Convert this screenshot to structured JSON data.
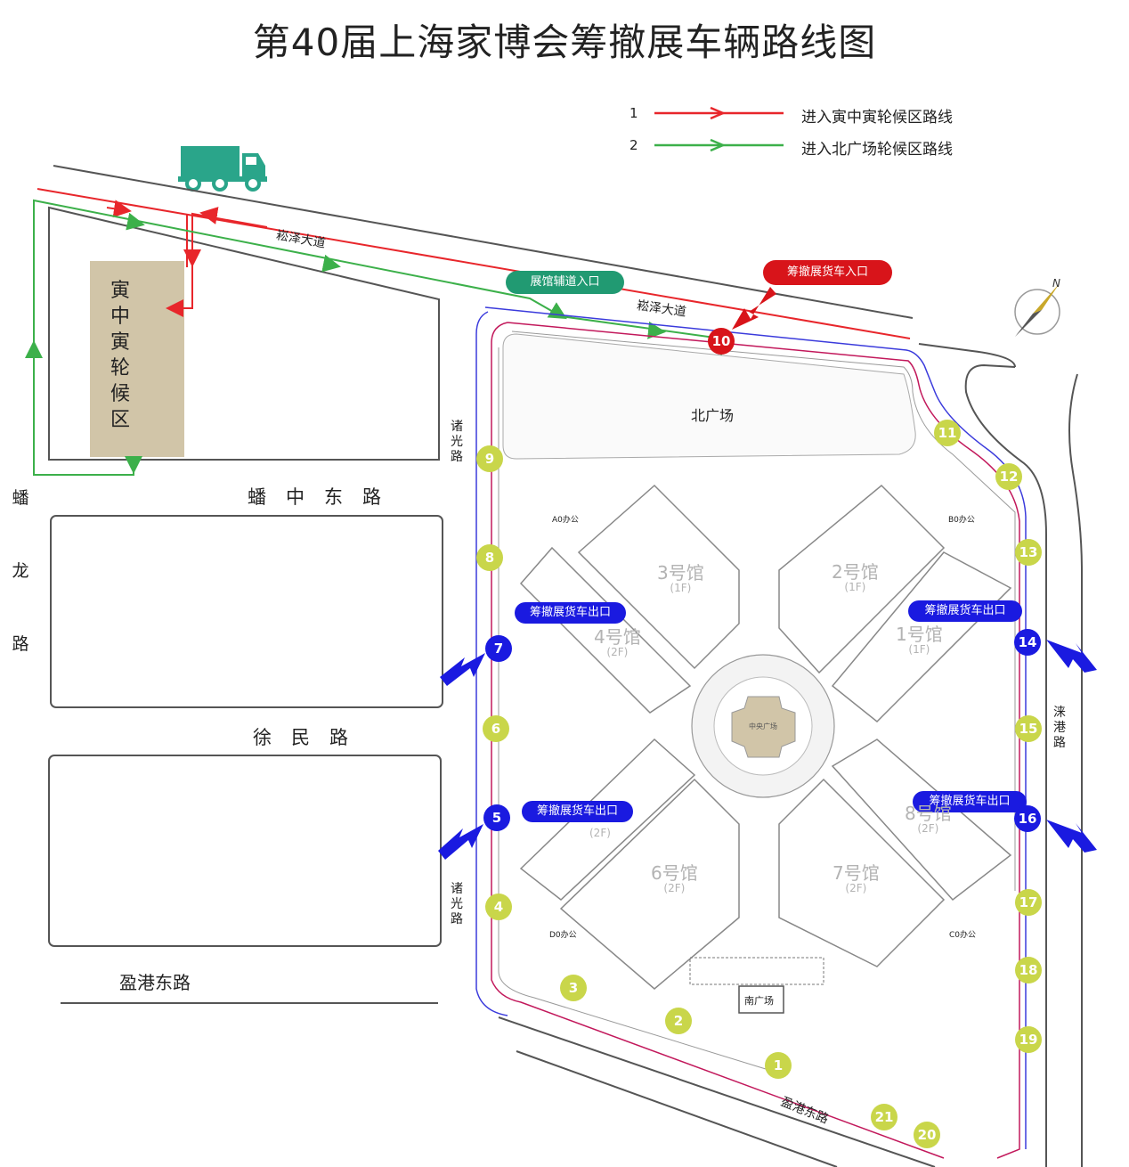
{
  "title": "第40届上海家博会筹撤展车辆路线图",
  "legend": [
    {
      "num": "1",
      "text": "进入寅中寅轮候区路线",
      "color": "#e8262b"
    },
    {
      "num": "2",
      "text": "进入北广场轮候区路线",
      "color": "#3cb04a"
    }
  ],
  "waiting_area": "寅中寅轮候区",
  "roads": {
    "yuze_1": "崧泽大道",
    "yuze_2": "崧泽大道",
    "zhuguang_1": "诸光路",
    "zhuguang_2": "诸光路",
    "panzhong": "蟠中东路",
    "panlong": "蟠龙路",
    "xumin": "徐民路",
    "yinggang_left": "盈港东路",
    "yinggang_right": "盈港东路",
    "laigang": "涞港路"
  },
  "badges": {
    "aux_entry": "展馆辅道入口",
    "truck_entry": "筹撤展货车入口",
    "exit_nw": "筹撤展货车出口",
    "exit_ne": "筹撤展货车出口",
    "exit_sw": "筹撤展货车出口",
    "exit_se": "筹撤展货车出口"
  },
  "areas": {
    "north_plaza": "北广场",
    "south_plaza": "南广场",
    "central_plaza": "中央广场"
  },
  "halls": [
    {
      "name": "1号馆",
      "floor": "(1F)"
    },
    {
      "name": "2号馆",
      "floor": "(1F)"
    },
    {
      "name": "3号馆",
      "floor": "(1F)"
    },
    {
      "name": "4号馆",
      "floor": "(2F)"
    },
    {
      "name": "6号馆",
      "floor": "(2F)"
    },
    {
      "name": "7号馆",
      "floor": "(2F)"
    },
    {
      "name": "8号馆",
      "floor": "(2F)"
    },
    {
      "name": "(2F)",
      "floor": ""
    }
  ],
  "offices": [
    "A0办公",
    "B0办公",
    "C0办公",
    "D0办公"
  ],
  "gates": [
    "1",
    "2",
    "3",
    "4",
    "5",
    "6",
    "7",
    "8",
    "9",
    "10",
    "11",
    "12",
    "13",
    "14",
    "15",
    "16",
    "17",
    "18",
    "19",
    "20",
    "21"
  ],
  "colors": {
    "route1": "#e8262b",
    "route2": "#3cb04a",
    "exit": "#1a1ae0",
    "gate": "#c9d64a",
    "waiting": "#d1c5a8",
    "truck": "#2aa58a",
    "boundary": "#3b3bdc"
  },
  "icons": {
    "truck": "truck-icon",
    "compass": "compass-icon"
  }
}
